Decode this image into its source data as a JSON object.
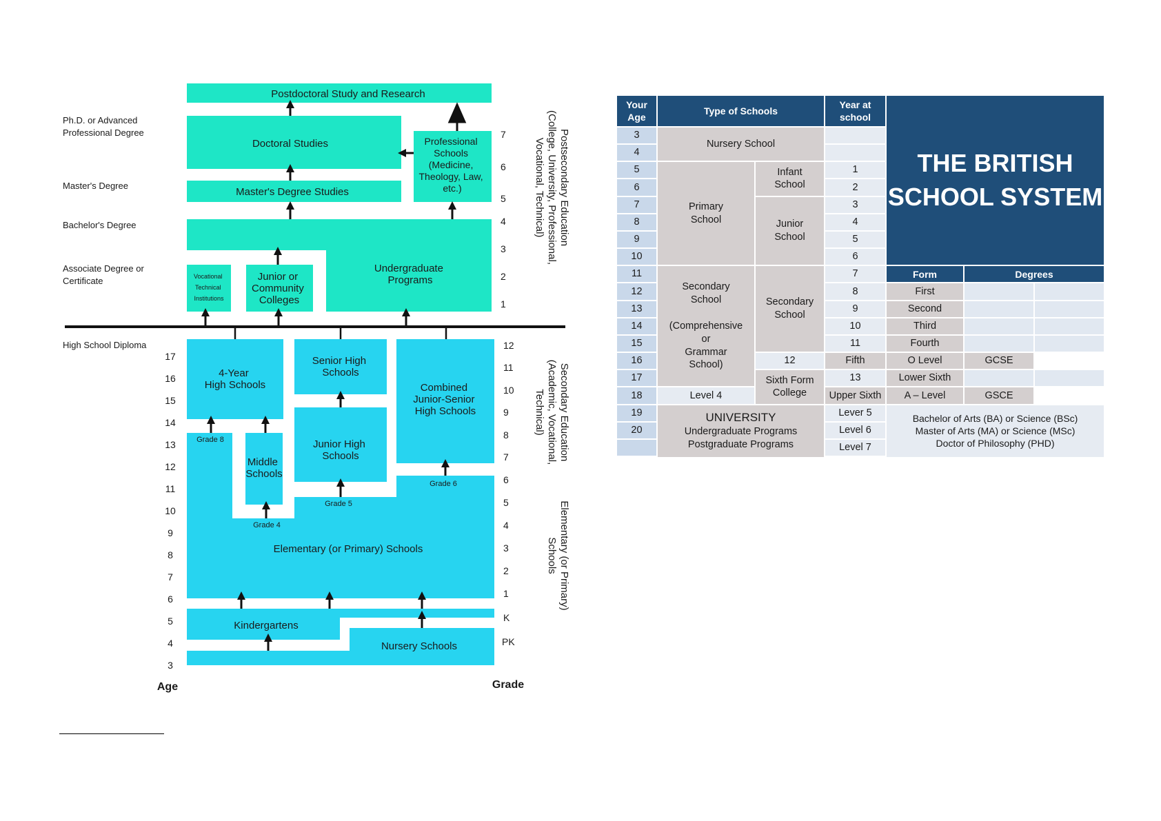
{
  "us_diagram": {
    "blocks": {
      "postdoc": "Postdoctoral Study and Research",
      "doctoral": "Doctoral Studies",
      "masters": "Master's Degree Studies",
      "professional": [
        "Professional",
        "Schools",
        "(Medicine,",
        "Theology, Law,",
        "etc.)"
      ],
      "undergrad": [
        "Undergraduate",
        "Programs"
      ],
      "vocational": [
        "Vocational",
        "Technical",
        "Institutions"
      ],
      "junior_college": [
        "Junior or",
        "Community",
        "Colleges"
      ],
      "four_year_hs": [
        "4-Year",
        "High Schools"
      ],
      "senior_hs": [
        "Senior High",
        "Schools"
      ],
      "junior_hs": [
        "Junior High",
        "Schools"
      ],
      "combined_hs": [
        "Combined",
        "Junior-Senior",
        "High Schools"
      ],
      "middle": [
        "Middle",
        "Schools"
      ],
      "elementary": "Elementary (or Primary) Schools",
      "kindergartens": "Kindergartens",
      "nursery": "Nursery Schools"
    },
    "grade_markers": {
      "g8": "Grade 8",
      "g4": "Grade 4",
      "g5": "Grade 5",
      "g6": "Grade 6"
    },
    "degrees": {
      "phd": [
        "Ph.D. or Advanced",
        "Professional Degree"
      ],
      "masters": "Master's Degree",
      "bachelors": "Bachelor's Degree",
      "associate": [
        "Associate Degree or",
        "Certificate"
      ],
      "highschool": "High School Diploma"
    },
    "ages": [
      "17",
      "16",
      "15",
      "14",
      "13",
      "12",
      "11",
      "10",
      "9",
      "8",
      "7",
      "6",
      "5",
      "4",
      "3"
    ],
    "grades": [
      "12",
      "11",
      "10",
      "9",
      "8",
      "7",
      "6",
      "5",
      "4",
      "3",
      "2",
      "1",
      "K",
      "PK"
    ],
    "post_grades": [
      "7",
      "6",
      "5",
      "4",
      "3",
      "2",
      "1"
    ],
    "axis": {
      "age": "Age",
      "grade": "Grade"
    },
    "side_labels": {
      "postsecondary": [
        "Postsecondary Education",
        "(College, University, Professional,",
        "Vocational, Technical)"
      ],
      "secondary": [
        "Secondary Education",
        "(Academic, Vocational,",
        "Technical)"
      ],
      "elementary": [
        "Elementary (or Primary)",
        "Schools"
      ]
    },
    "colors": {
      "postsecondary": "#1ee6c6",
      "schools": "#27d4f0",
      "line": "#111111"
    }
  },
  "uk_table": {
    "headers": {
      "age": [
        "Your",
        "Age"
      ],
      "type": "Type of Schools",
      "year": [
        "Year at",
        "school"
      ]
    },
    "title": [
      "THE BRITISH",
      "SCHOOL SYSTEM"
    ],
    "ages": [
      "3",
      "4",
      "5",
      "6",
      "7",
      "8",
      "9",
      "10",
      "11",
      "12",
      "13",
      "14",
      "15",
      "16",
      "17",
      "18",
      "19",
      "20",
      ""
    ],
    "years": [
      "",
      "",
      "1",
      "2",
      "3",
      "4",
      "5",
      "6",
      "7",
      "8",
      "9",
      "10",
      "11",
      "12",
      "13",
      "Level 4",
      "Lever 5",
      "Level 6",
      "Level 7"
    ],
    "schools": {
      "nursery": "Nursery School",
      "primary": [
        "Primary",
        "School"
      ],
      "infant": [
        "Infant",
        "School"
      ],
      "junior": [
        "Junior",
        "School"
      ],
      "secondary": [
        "Secondary",
        "School"
      ],
      "secondary_note": [
        "(Comprehensive",
        "or",
        "Grammar",
        "School)"
      ],
      "secondary_sub": [
        "Secondary",
        "School"
      ],
      "sixth_form": [
        "Sixth Form",
        "College"
      ],
      "university": "UNIVERSITY",
      "university_programs": [
        "Undergraduate Programs",
        "Postgraduate Programs"
      ]
    },
    "form_header": "Form",
    "degrees_header": "Degrees",
    "forms": [
      {
        "form": "First",
        "d1": "",
        "d2": ""
      },
      {
        "form": "Second",
        "d1": "",
        "d2": ""
      },
      {
        "form": "Third",
        "d1": "",
        "d2": ""
      },
      {
        "form": "Fourth",
        "d1": "",
        "d2": ""
      },
      {
        "form": "Fifth",
        "d1": "O Level",
        "d2": "GCSE"
      },
      {
        "form": "Lower Sixth",
        "d1": "",
        "d2": ""
      },
      {
        "form": "Upper Sixth",
        "d1": "A – Level",
        "d2": "GSCE"
      }
    ],
    "university_degrees": [
      "Bachelor of Arts (BA) or Science (BSc)",
      "Master of Arts (MA) or Science (MSc)",
      "Doctor of Philosophy (PHD)"
    ],
    "colors": {
      "header": "#1f4e79",
      "age_cell": "#c9d8ea",
      "school_cell": "#d4cfcf",
      "light_cell": "#e6ebf2"
    }
  }
}
